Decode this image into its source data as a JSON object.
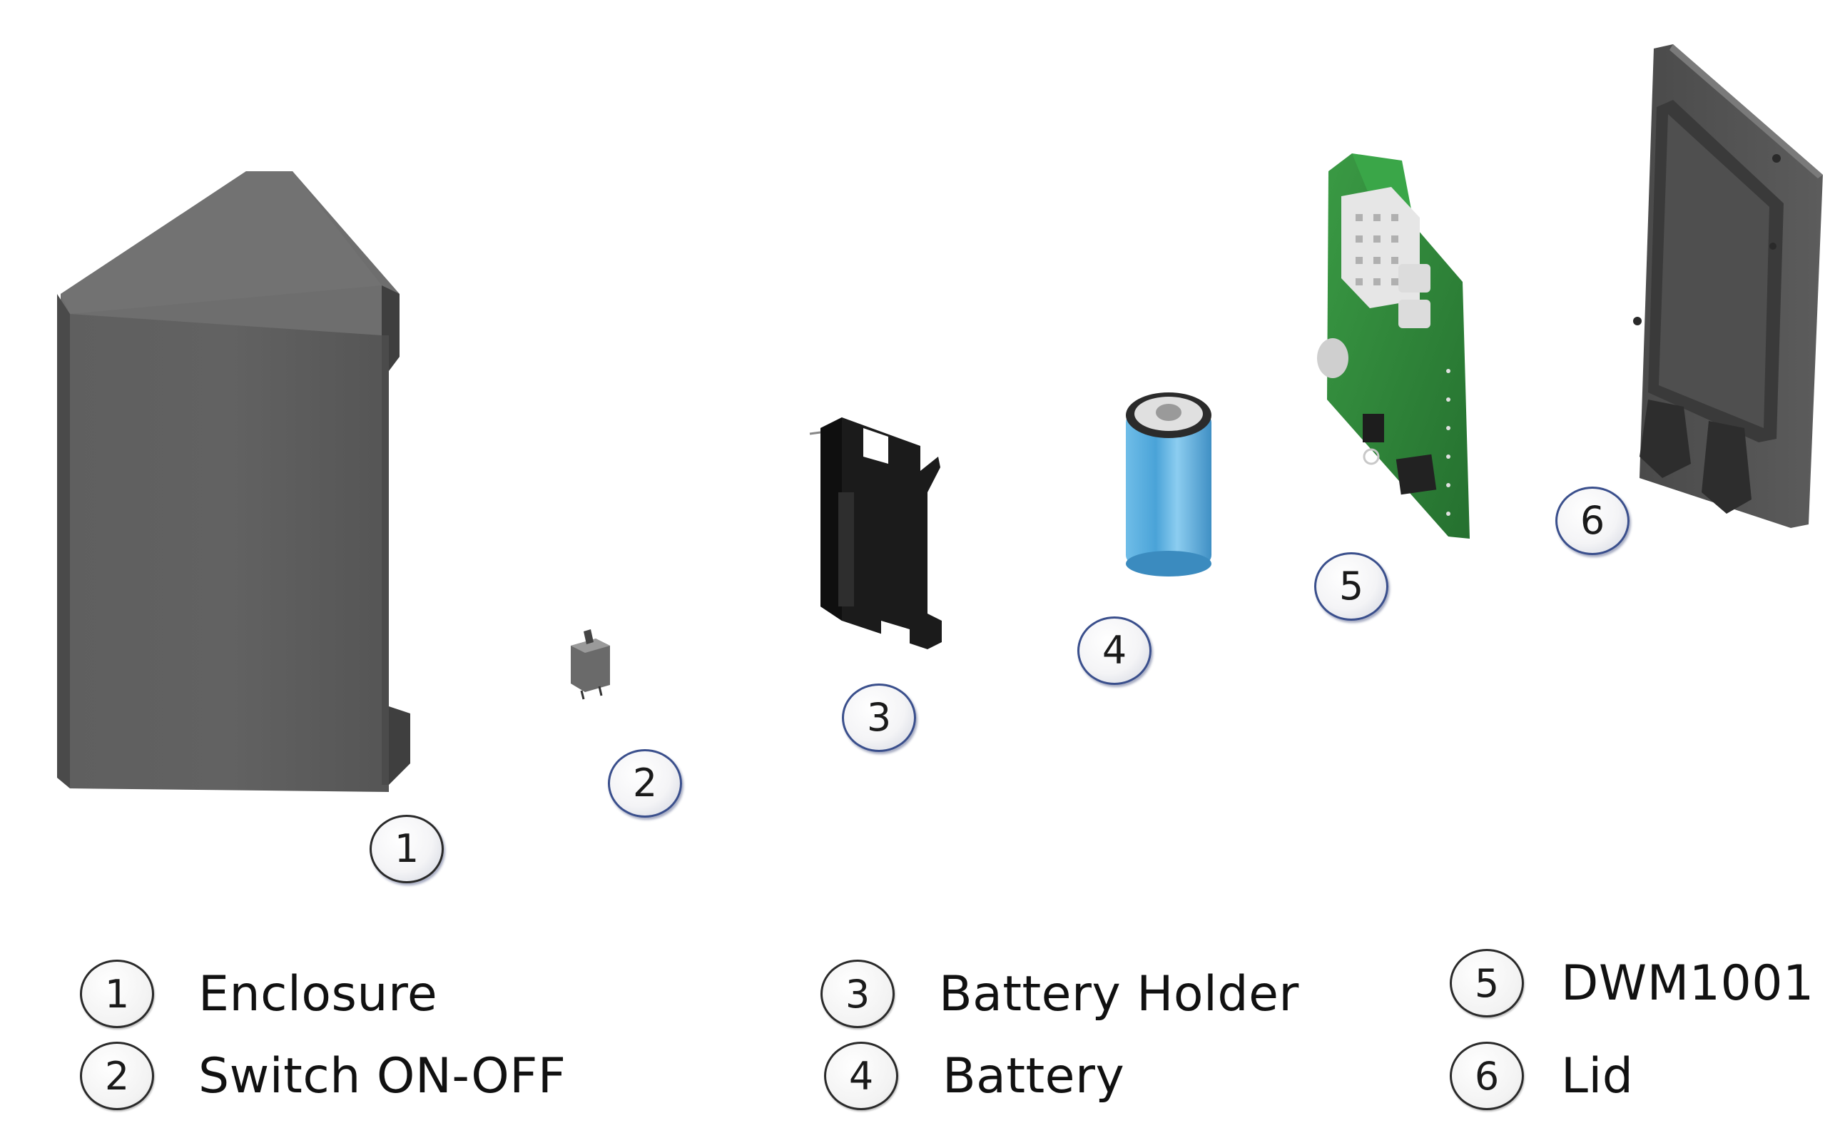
{
  "callouts": [
    {
      "id": "1"
    },
    {
      "id": "2"
    },
    {
      "id": "3"
    },
    {
      "id": "4"
    },
    {
      "id": "5"
    },
    {
      "id": "6"
    }
  ],
  "legend": [
    {
      "num": "1",
      "label": "Enclosure"
    },
    {
      "num": "2",
      "label": "Switch ON-OFF"
    },
    {
      "num": "3",
      "label": "Battery Holder"
    },
    {
      "num": "4",
      "label": "Battery"
    },
    {
      "num": "5",
      "label": "DWM1001"
    },
    {
      "num": "6",
      "label": "Lid"
    }
  ],
  "colors": {
    "enclosure": "#5b5b5b",
    "pcb": "#2f8a3a",
    "battery": "#5fb2e2",
    "holder": "#1c1c1c",
    "lid": "#4f4f4f",
    "callout_border_blue": "#3a4f8c"
  }
}
